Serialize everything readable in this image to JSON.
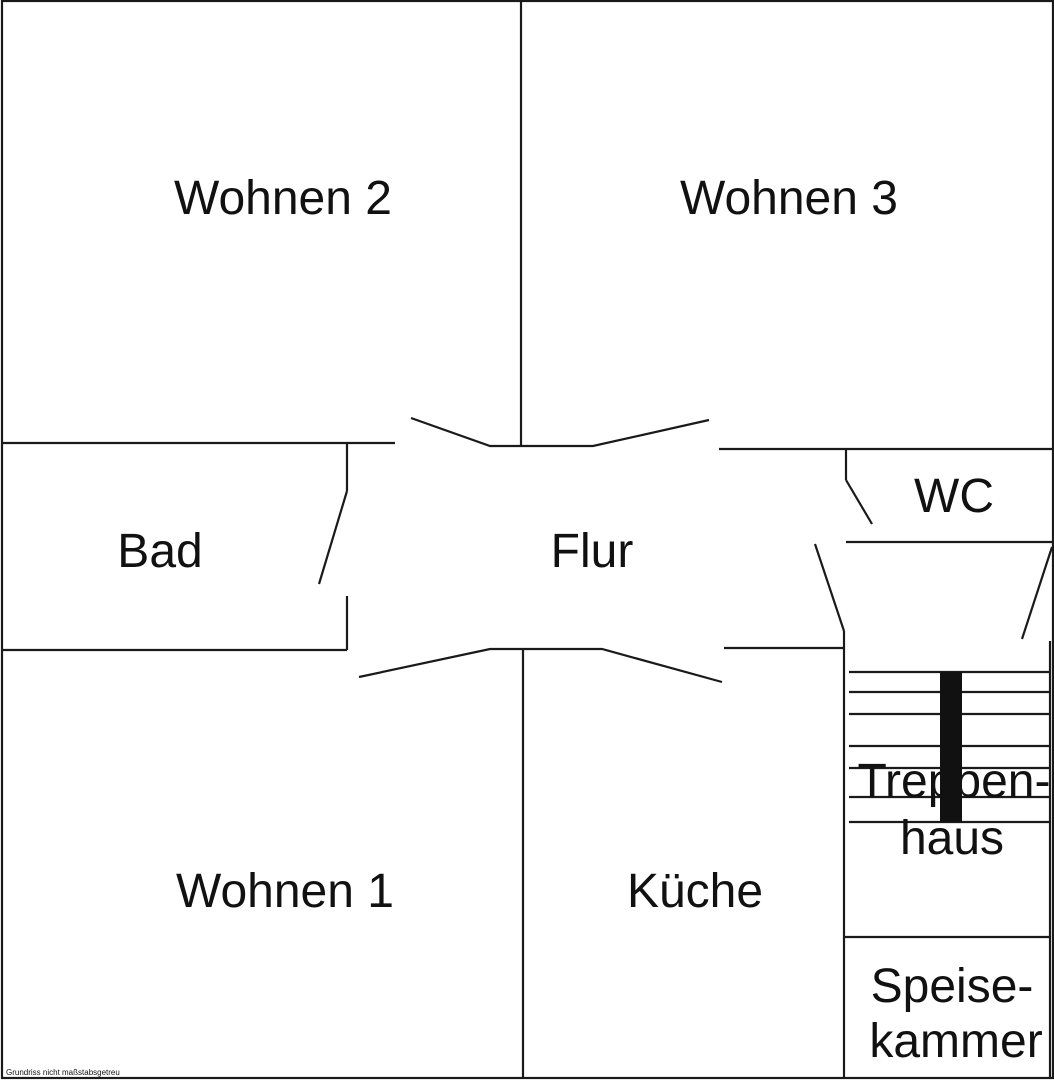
{
  "rooms": {
    "wohnen2": "Wohnen 2",
    "wohnen3": "Wohnen 3",
    "bad": "Bad",
    "flur": "Flur",
    "wc": "WC",
    "treppenhaus_line1": "Treppen-",
    "treppenhaus_line2": "haus",
    "wohnen1": "Wohnen 1",
    "kueche": "Küche",
    "speisekammer_line1": "Speise-",
    "speisekammer_line2": "kammer"
  },
  "footnote": "Grundriss nicht maßstabsgetreu",
  "colors": {
    "line": "#1a1a1a",
    "background": "#ffffff",
    "stair_bar": "#111111"
  }
}
